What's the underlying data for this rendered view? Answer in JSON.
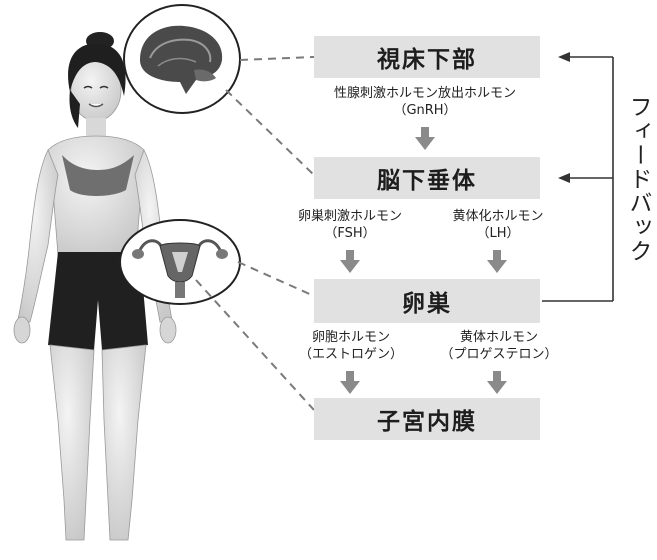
{
  "boxes": {
    "hypothalamus": "視床下部",
    "pituitary": "脳下垂体",
    "ovary": "卵巣",
    "endometrium": "子宮内膜"
  },
  "labels": {
    "gnrh_name": "性腺刺激ホルモン放出ホルモン",
    "gnrh_abbr": "（GnRH）",
    "fsh_name": "卵巣刺激ホルモン",
    "fsh_abbr": "（FSH）",
    "lh_name": "黄体化ホルモン",
    "lh_abbr": "（LH）",
    "estrogen_name": "卵胞ホルモン",
    "estrogen_abbr": "（エストロゲン）",
    "progesterone_name": "黄体ホルモン",
    "progesterone_abbr": "（プロゲステロン）"
  },
  "feedback_label": "フィードバック",
  "colors": {
    "box_fill": "#e1e1e1",
    "arrow_gray": "#8a8a8a",
    "line": "#333333",
    "dash": "#7a7a7a"
  }
}
